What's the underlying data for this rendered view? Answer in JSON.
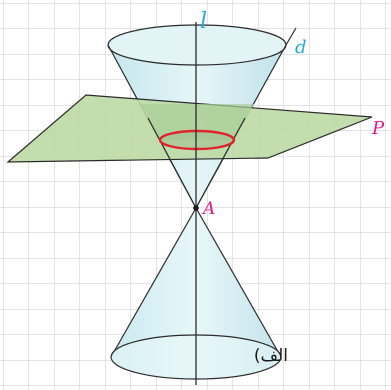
{
  "labels": {
    "axis": "l",
    "generator": "d",
    "plane": "P",
    "vertex": "A",
    "caption": "الف)"
  },
  "colors": {
    "grid": "#c9c9c9",
    "cone_fill": "#d3eef2",
    "cone_shade": "#bfe3ea",
    "cone_edge": "#2b2b2b",
    "plane_fill": "#bcd9a4",
    "plane_edge": "#2b2b2b",
    "section_curve": "#e0222e",
    "axis_label": "#2aa7d6",
    "plane_label": "#e0188a",
    "vertex_label": "#e0188a"
  },
  "icons": {
    "vertex_point": "filled-dot"
  }
}
